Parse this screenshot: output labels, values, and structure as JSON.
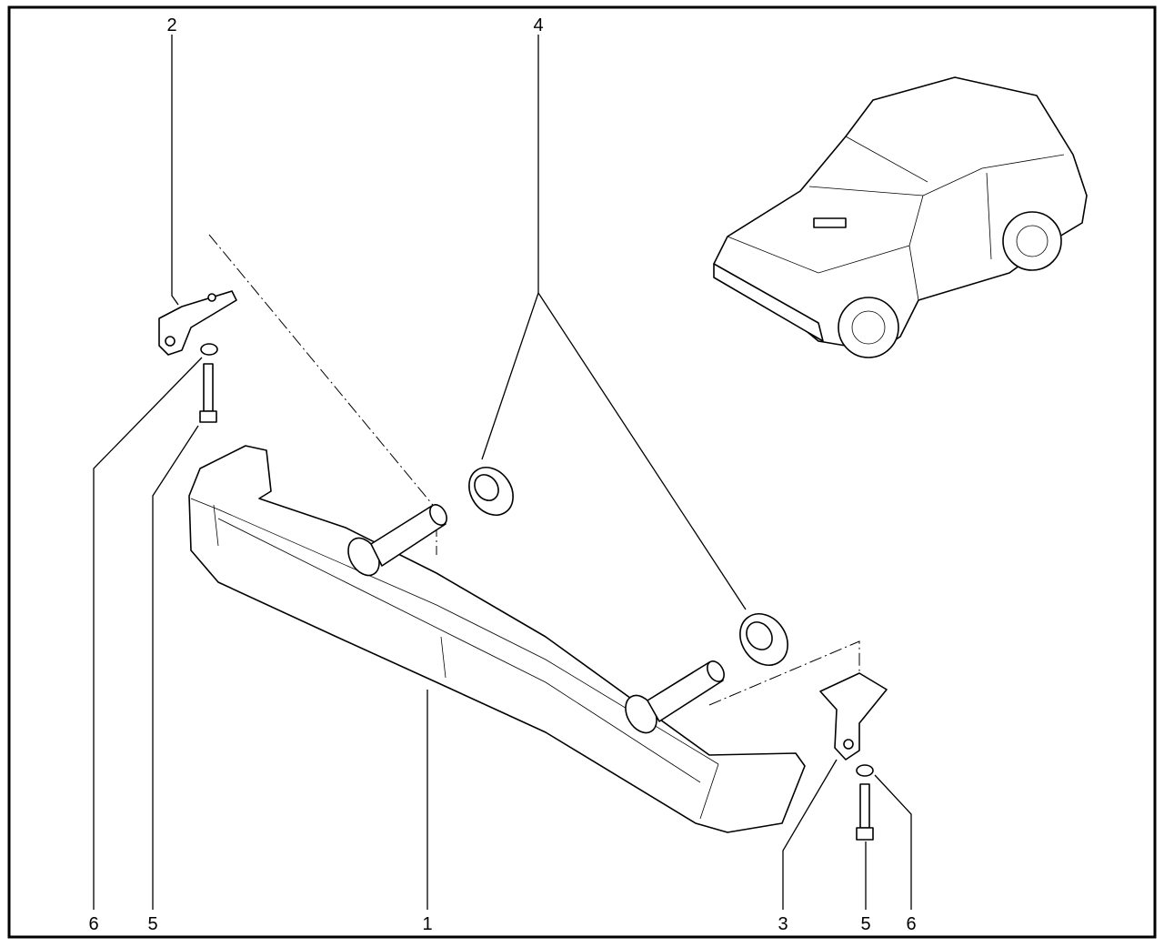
{
  "diagram": {
    "callouts": [
      {
        "id": "callout-2-top",
        "label": "2"
      },
      {
        "id": "callout-4-top",
        "label": "4"
      },
      {
        "id": "callout-6-left",
        "label": "6"
      },
      {
        "id": "callout-5-left",
        "label": "5"
      },
      {
        "id": "callout-1",
        "label": "1"
      },
      {
        "id": "callout-3",
        "label": "3"
      },
      {
        "id": "callout-5-right",
        "label": "5"
      },
      {
        "id": "callout-6-right",
        "label": "6"
      }
    ]
  }
}
